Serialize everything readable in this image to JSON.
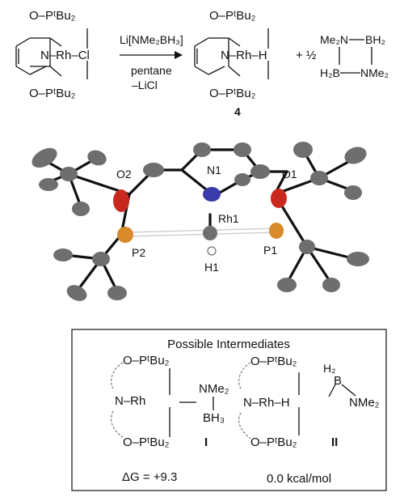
{
  "scheme": {
    "reactant": {
      "top_label": "O–PᵗBu₂",
      "bottom_label": "O–PᵗBu₂",
      "center_label": "N–Rh–Cl"
    },
    "arrow": {
      "reagent": "Li[NMe₂BH₃]",
      "solvent": "pentane",
      "byproduct": "–LiCl"
    },
    "product": {
      "top_label": "O–PᵗBu₂",
      "bottom_label": "O–PᵗBu₂",
      "center_label": "N–Rh–H",
      "plus_coeff": "+ ½",
      "compound_number": "4"
    },
    "dimer": {
      "top_left": "Me₂N",
      "top_right": "BH₂",
      "bottom_left": "H₂B",
      "bottom_right": "NMe₂"
    }
  },
  "crystal_structure": {
    "atom_labels": [
      "O2",
      "N1",
      "O1",
      "Rh1",
      "P2",
      "P1",
      "H1"
    ],
    "colors": {
      "carbon": "#6e6e6e",
      "oxygen": "#c8281e",
      "nitrogen": "#3a3aa8",
      "phosphorus": "#d88a2a",
      "hydrogen": "#ffffff"
    }
  },
  "intermediates_box": {
    "title": "Possible Intermediates",
    "I": {
      "top": "O–PᵗBu₂",
      "center": "N–Rh",
      "ligand_top": "NMe₂",
      "ligand_bottom": "BH₃",
      "bottom": "O–PᵗBu₂",
      "label": "I",
      "energy": "ΔG = +9.3"
    },
    "II": {
      "top": "O–PᵗBu₂",
      "center": "N–Rh–H",
      "ligand_top": "H₂",
      "ligand_b": "B",
      "ligand_right": "NMe₂",
      "bottom": "O–PᵗBu₂",
      "label": "II",
      "energy": "0.0 kcal/mol"
    }
  }
}
